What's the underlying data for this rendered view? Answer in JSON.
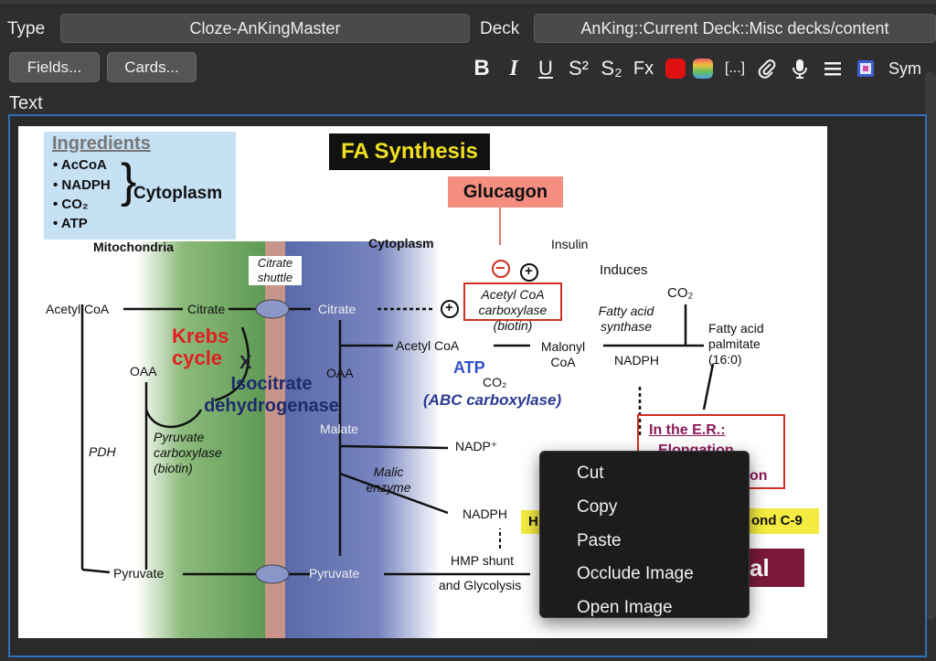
{
  "header": {
    "type_label": "Type",
    "note_type": "Cloze-AnKingMaster",
    "deck_label": "Deck",
    "deck_name": "AnKing::Current Deck::Misc decks/content"
  },
  "buttons": {
    "fields": "Fields...",
    "cards": "Cards..."
  },
  "toolbar": {
    "bold": "B",
    "italic": "I",
    "underline": "U",
    "superscript": "S²",
    "subscript": "S₂",
    "clear_format": "Fx",
    "cloze": "[...]",
    "sym": "Sym",
    "text_color": "#e01010"
  },
  "field": {
    "name": "Text"
  },
  "diagram": {
    "title": "FA Synthesis",
    "ingredients_title": "Ingredients",
    "ingredients": [
      "• AcCoA",
      "• NADPH",
      "• CO₂",
      "• ATP"
    ],
    "ingredients_location": "Cytoplasm",
    "mitochondria": "Mitochondria",
    "cytoplasm": "Cytoplasm",
    "glucagon": "Glucagon",
    "insulin": "Insulin",
    "induces": "Induces",
    "citrate_shuttle": "Citrate shuttle",
    "acetyl_coa_left": "Acetyl CoA",
    "citrate_left": "Citrate",
    "citrate_right": "Citrate",
    "krebs": "Krebs cycle",
    "oaa_left": "OAA",
    "oaa_right": "OAA",
    "x_mark": "X",
    "isocitrate": "Isocitrate dehydrogenase",
    "acetyl_coa_right": "Acetyl CoA",
    "acc": "Acetyl CoA carboxylase (biotin)",
    "atp": "ATP",
    "co2_acc": "CO₂",
    "abc": "(ABC carboxylase)",
    "malonyl": "Malonyl CoA",
    "fas": "Fatty acid synthase",
    "nadph_fas": "NADPH",
    "co2_fas": "CO₂",
    "palmitate": "Fatty acid palmitate (16:0)",
    "er": "In the E.R.:",
    "elongation": "Elongation",
    "er_hidden_suffix": "on",
    "beyond": "ond C-9",
    "red_block_text": "al",
    "malate": "Malate",
    "malic": "Malic enzyme",
    "nadp_plus": "NADP⁺",
    "nadph_malic": "NADPH",
    "h_partial": "H",
    "hmp": "HMP shunt",
    "glycolysis": "and Glycolysis",
    "pdh": "PDH",
    "pyruvate_carboxylase": "Pyruvate carboxylase (biotin)",
    "pyruvate_left": "Pyruvate",
    "pyruvate_right": "Pyruvate",
    "minus_sign": "−",
    "plus_sign": "+"
  },
  "context_menu": {
    "items": [
      "Cut",
      "Copy",
      "Paste",
      "Occlude Image",
      "Open Image"
    ]
  }
}
